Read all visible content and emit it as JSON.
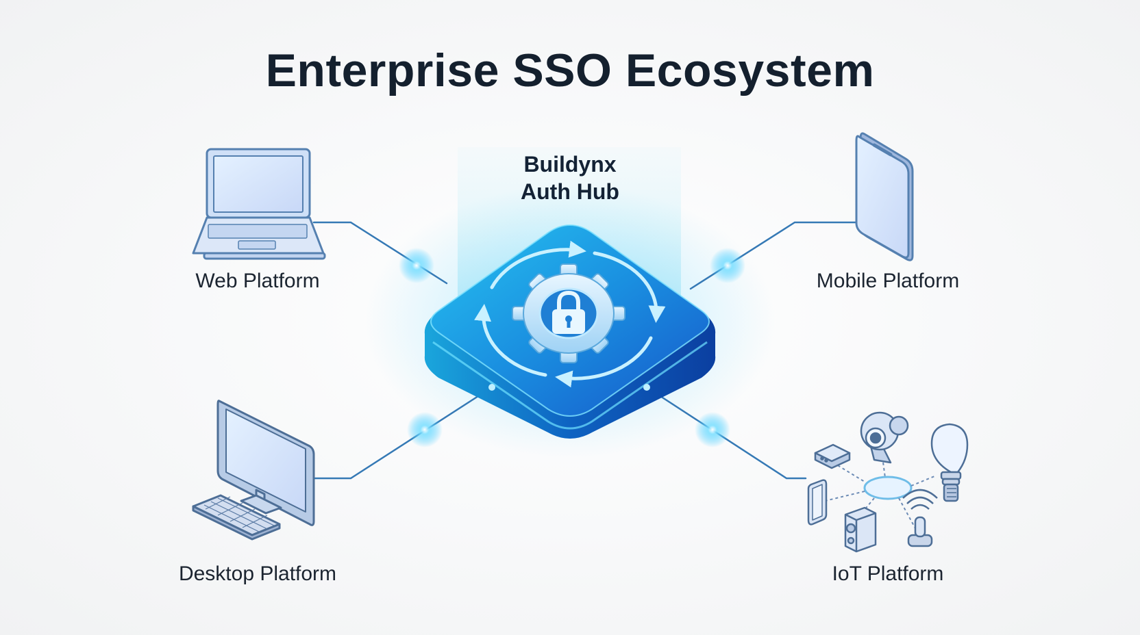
{
  "title": "Enterprise SSO Ecosystem",
  "hub": {
    "line1": "Buildynx",
    "line2": "Auth Hub"
  },
  "platforms": {
    "web": "Web Platform",
    "mobile": "Mobile Platform",
    "desktop": "Desktop Platform",
    "iot": "IoT Platform"
  },
  "colors": {
    "title": "#14202e",
    "hub_top": "#1a8fe0",
    "hub_side": "#0d58b8",
    "glow": "#36c6ff",
    "line": "#2f7fbf",
    "device_fill": "#dbe7fb",
    "device_stroke": "#4d78a8"
  }
}
